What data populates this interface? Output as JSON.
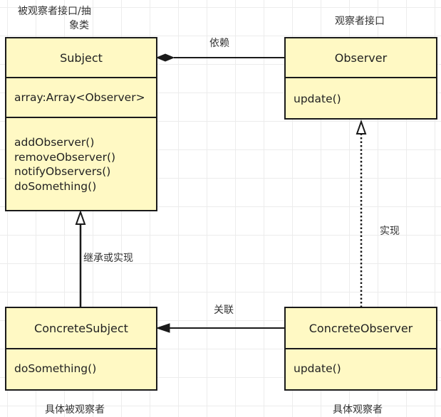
{
  "classes": {
    "subject": {
      "name": "Subject",
      "attributes": [
        "array:Array<Observer>"
      ],
      "methods": [
        "addObserver()",
        "removeObserver()",
        "notifyObservers()",
        "doSomething()"
      ]
    },
    "observer": {
      "name": "Observer",
      "methods": [
        "update()"
      ]
    },
    "concrete_subject": {
      "name": "ConcreteSubject",
      "methods": [
        "doSomething()"
      ]
    },
    "concrete_observer": {
      "name": "ConcreteObserver",
      "methods": [
        "update()"
      ]
    }
  },
  "captions": {
    "subject_line1": "被观察者接口/抽",
    "subject_line2": "象类",
    "observer": "观察者接口",
    "concrete_subject": "具体被观察者",
    "concrete_observer": "具体观察者"
  },
  "relations": {
    "dependency": "依赖",
    "realization": "实现",
    "inheritance": "继承或实现",
    "association": "关联"
  },
  "colors": {
    "class_fill": "#fff9c4",
    "stroke": "#1a1a1a"
  }
}
